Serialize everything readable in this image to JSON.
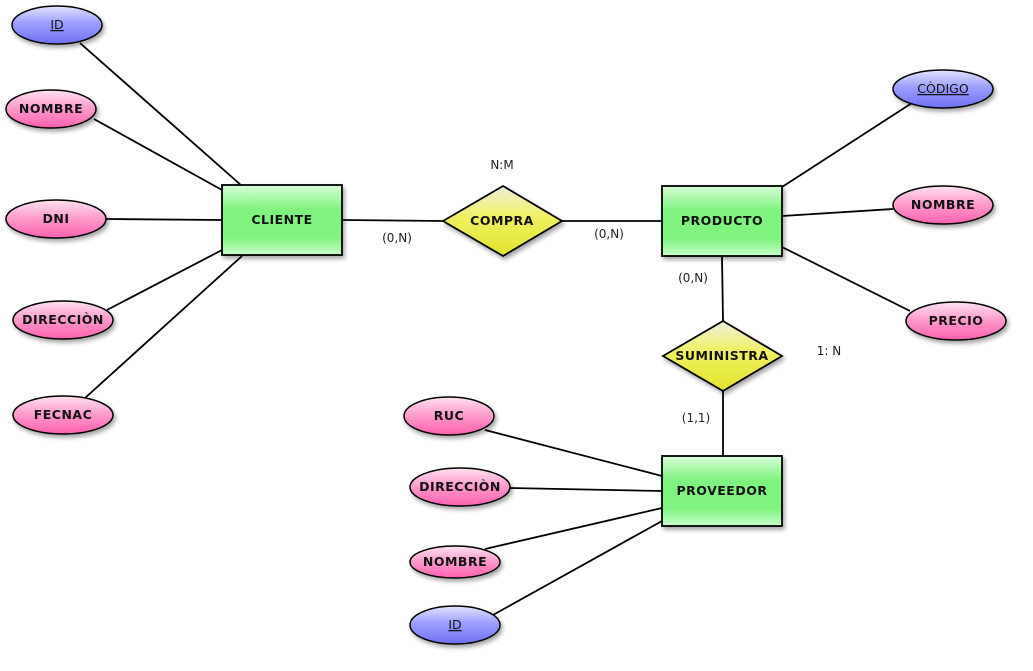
{
  "colors": {
    "entity_top": "#9cf79c",
    "entity_bottom": "#4de84d",
    "relationship": "#e8e85a",
    "attribute": "#ff8fc8",
    "key_attribute": "#8a8cff"
  },
  "entities": {
    "cliente": "CLIENTE",
    "producto": "PRODUCTO",
    "proveedor": "PROVEEDOR"
  },
  "relationships": {
    "compra": "COMPRA",
    "suministra": "SUMINISTRA"
  },
  "attributes": {
    "cliente_id": "ID",
    "cliente_nombre": "NOMBRE",
    "cliente_dni": "DNI",
    "cliente_direccion": "DIRECCIÒN",
    "cliente_fecnac": "FECNAC",
    "producto_codigo": "CÒDIGO",
    "producto_nombre": "NOMBRE",
    "producto_precio": "PRECIO",
    "proveedor_ruc": "RUC",
    "proveedor_direccion": "DIRECCIÒN",
    "proveedor_nombre": "NOMBRE",
    "proveedor_id": "ID"
  },
  "cardinalities": {
    "compra_type": "N:M",
    "cliente_compra": "(0,N)",
    "producto_compra": "(0,N)",
    "producto_suministra": "(0,N)",
    "proveedor_suministra": "(1,1)",
    "suministra_type": "1: N"
  }
}
